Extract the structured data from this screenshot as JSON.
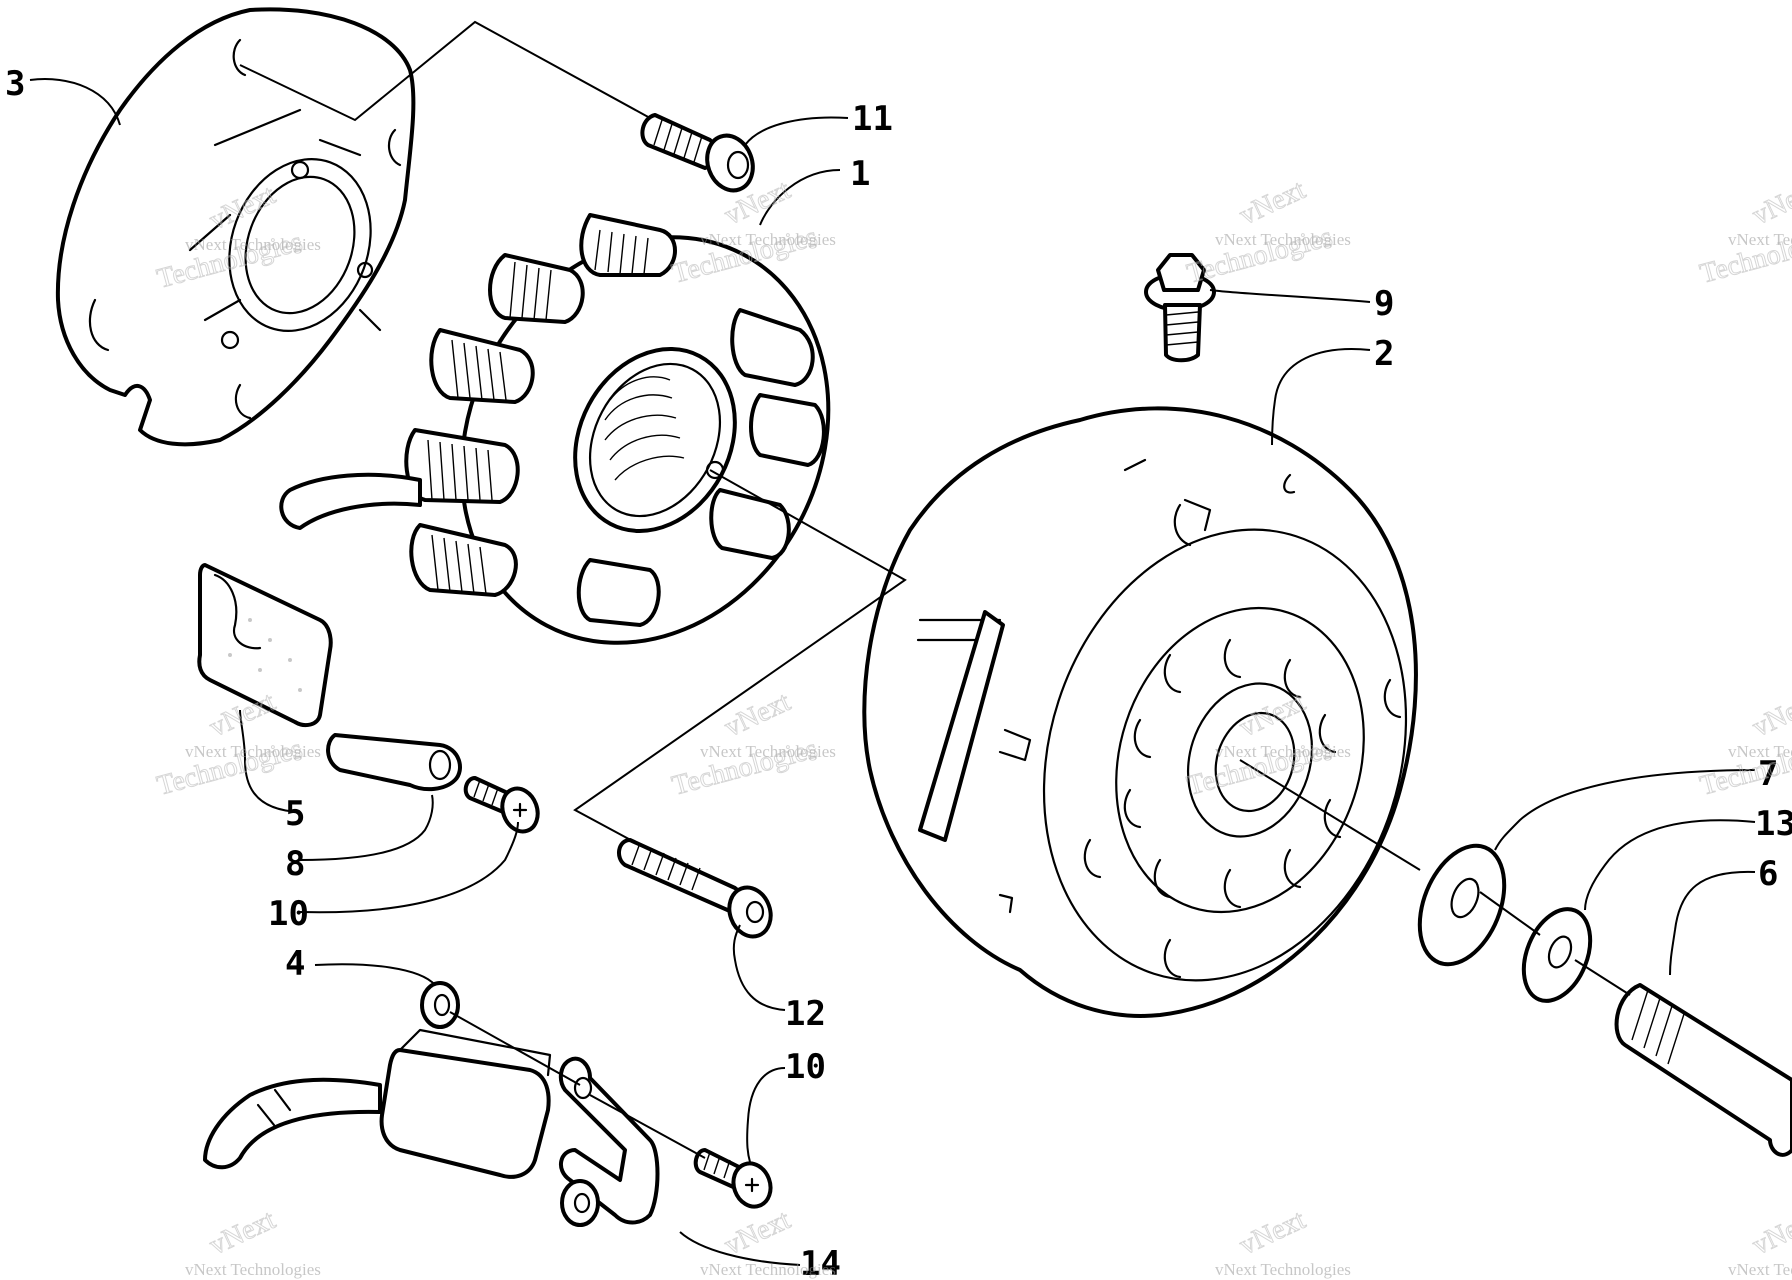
{
  "callouts": [
    {
      "id": "c1",
      "label": "1"
    },
    {
      "id": "c2",
      "label": "2"
    },
    {
      "id": "c3",
      "label": "3"
    },
    {
      "id": "c4",
      "label": "4"
    },
    {
      "id": "c5",
      "label": "5"
    },
    {
      "id": "c6",
      "label": "6"
    },
    {
      "id": "c7",
      "label": "7"
    },
    {
      "id": "c8",
      "label": "8"
    },
    {
      "id": "c9",
      "label": "9"
    },
    {
      "id": "c10a",
      "label": "10"
    },
    {
      "id": "c10b",
      "label": "10"
    },
    {
      "id": "c11",
      "label": "11"
    },
    {
      "id": "c12",
      "label": "12"
    },
    {
      "id": "c13",
      "label": "13"
    },
    {
      "id": "c14",
      "label": "14"
    }
  ],
  "watermark": {
    "line1": "vNext Technologies",
    "line2": "vNext",
    "line3": "Technologies"
  }
}
